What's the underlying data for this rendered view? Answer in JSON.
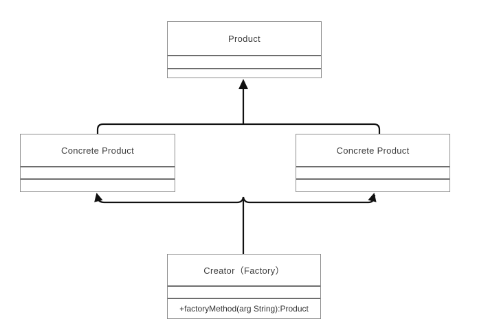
{
  "diagram": {
    "background": "#ffffff",
    "colors": {
      "node_fill": "#ffffff",
      "node_border": "#8a8a8a",
      "compartment_divider": "#6e6e6e",
      "edge_line": "#111111",
      "text": "#3c3c3c"
    },
    "nodes": {
      "product": {
        "name": "Product",
        "attributes": "",
        "operations": ""
      },
      "concrete_product_left": {
        "name": "Concrete Product",
        "attributes": "",
        "operations": ""
      },
      "concrete_product_right": {
        "name": "Concrete Product",
        "attributes": "",
        "operations": ""
      },
      "creator": {
        "name": "Creator（Factory）",
        "attributes": "",
        "operations": "+factoryMethod(arg String):Product"
      }
    },
    "edges": [
      {
        "from": "concrete_product_left",
        "to": "product",
        "line": "solid",
        "arrowhead": "filled-triangle",
        "arrow_points_to": "product"
      },
      {
        "from": "concrete_product_right",
        "to": "product",
        "line": "solid",
        "arrowhead": "filled-triangle",
        "arrow_points_to": "product"
      },
      {
        "from": "creator",
        "to": "concrete_product_left",
        "line": "solid",
        "arrowhead": "filled-triangle",
        "arrow_points_to": "concrete_product_left"
      },
      {
        "from": "creator",
        "to": "concrete_product_right",
        "line": "solid",
        "arrowhead": "filled-triangle",
        "arrow_points_to": "concrete_product_right"
      }
    ]
  }
}
